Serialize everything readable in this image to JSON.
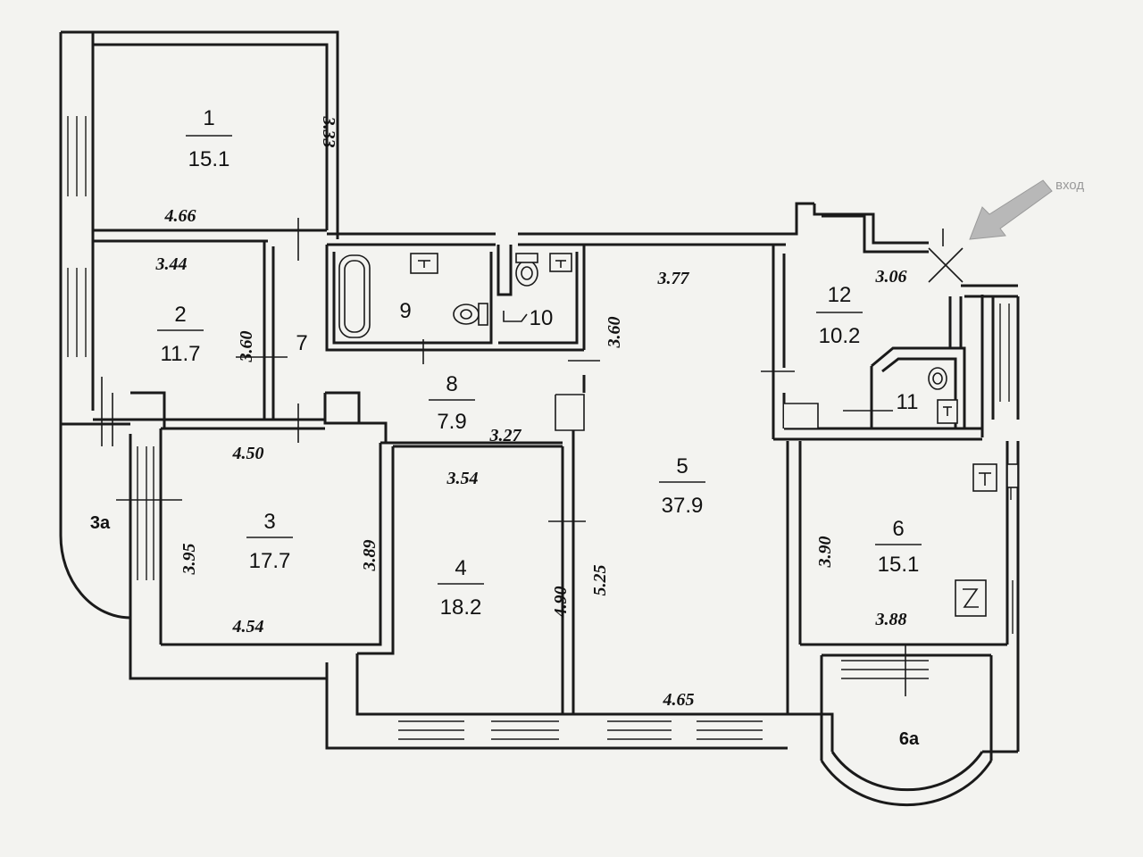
{
  "entrance_label": "вход",
  "rooms": [
    {
      "id": "r1",
      "number": "1",
      "area": "15.1"
    },
    {
      "id": "r2",
      "number": "2",
      "area": "11.7"
    },
    {
      "id": "r3",
      "number": "3",
      "area": "17.7"
    },
    {
      "id": "r4",
      "number": "4",
      "area": "18.2"
    },
    {
      "id": "r5",
      "number": "5",
      "area": "37.9"
    },
    {
      "id": "r6",
      "number": "6",
      "area": "15.1"
    },
    {
      "id": "r7",
      "number": "7",
      "area": ""
    },
    {
      "id": "r8",
      "number": "8",
      "area": "7.9"
    },
    {
      "id": "r9",
      "number": "9",
      "area": ""
    },
    {
      "id": "r10",
      "number": "10",
      "area": ""
    },
    {
      "id": "r11",
      "number": "11",
      "area": ""
    },
    {
      "id": "r12",
      "number": "12",
      "area": "10.2"
    }
  ],
  "balconies": [
    {
      "id": "b3a",
      "label": "3a"
    },
    {
      "id": "b6a",
      "label": "6a"
    }
  ],
  "dimensions": [
    "3.33",
    "4.66",
    "3.44",
    "3.60",
    "3.77",
    "3.60",
    "3.06",
    "4.50",
    "3.27",
    "3.54",
    "3.95",
    "3.89",
    "4.54",
    "4.90",
    "5.25",
    "4.65",
    "3.90",
    "3.88"
  ]
}
